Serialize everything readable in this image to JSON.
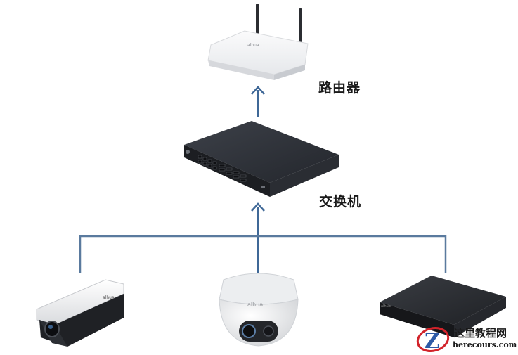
{
  "labels": {
    "router": "路由器",
    "switch": "交换机"
  },
  "devices": {
    "router_brand": "alhua",
    "camera_brand": "alhua",
    "nvr_brand": "alhua"
  },
  "watermark": {
    "title": "这里教程网",
    "url": "herecours.com",
    "logo_letter": "Z"
  },
  "colors": {
    "connector": "#5a7a9e",
    "arrow": "#3f6897",
    "switch_body": "#2c2f36",
    "router_body": "#f4f5f7",
    "watermark_red": "#d2232a",
    "watermark_blue": "#2d5aa6"
  }
}
